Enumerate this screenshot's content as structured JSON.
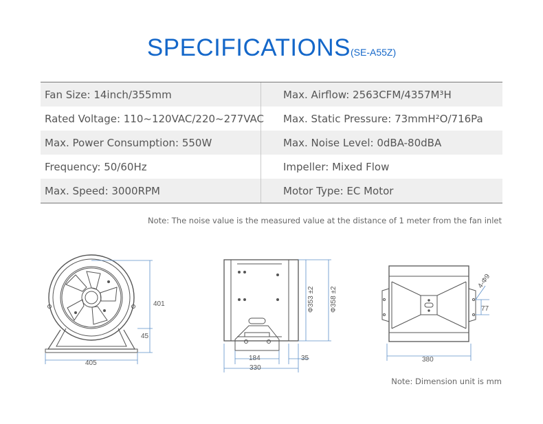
{
  "header": {
    "title": "SPECIFICATIONS",
    "model": "(SE-A55Z)"
  },
  "specs": [
    {
      "left": "Fan Size: 14inch/355mm",
      "right": "Max. Airflow: 2563CFM/4357M³H"
    },
    {
      "left": "Rated Voltage: 110~120VAC/220~277VAC",
      "right": "Max. Static Pressure: 73mmH²O/716Pa"
    },
    {
      "left": "Max. Power Consumption: 550W",
      "right": "Max. Noise Level: 0dBA-80dBA"
    },
    {
      "left": "Frequency: 50/60Hz",
      "right": "Impeller: Mixed Flow"
    },
    {
      "left": "Max. Speed: 3000RPM",
      "right": "Motor Type: EC Motor"
    }
  ],
  "notes": {
    "noise": "Note: The noise value is the measured value at the distance of 1 meter from the fan inlet",
    "unit": "Note: Dimension unit is mm"
  },
  "dimensions": {
    "front": {
      "height": "401",
      "base_height": "45",
      "width": "405"
    },
    "side": {
      "inner_diameter": "Φ353 ±2",
      "outer_diameter": "Φ358 ±2",
      "bracket_width": "184",
      "flange": "35",
      "length": "330"
    },
    "top": {
      "holes": "4-Φ9",
      "hole_spacing": "77",
      "width": "380"
    }
  },
  "colors": {
    "accent": "#1467c9",
    "line": "#777777",
    "text": "#555555",
    "dimension": "#5b8fc9"
  }
}
